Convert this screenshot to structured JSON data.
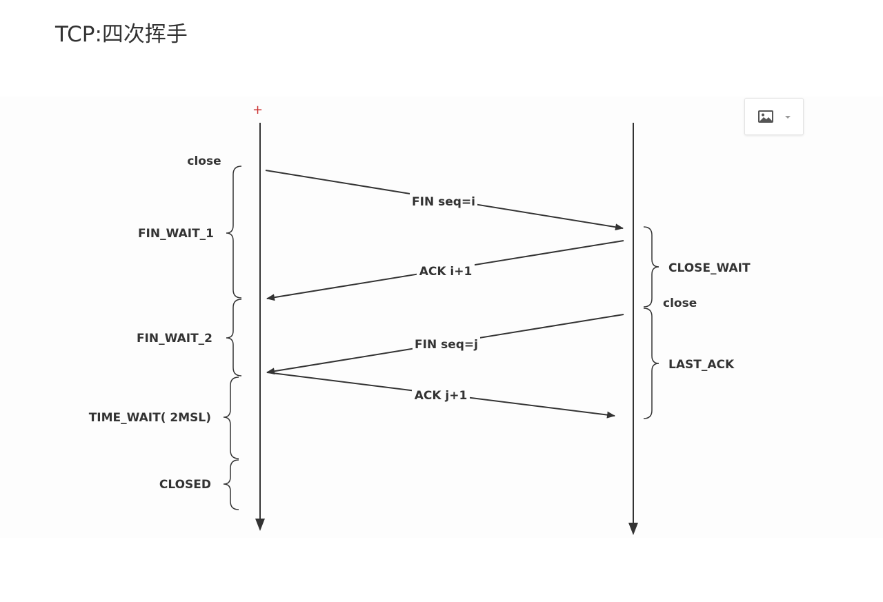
{
  "title": "TCP:四次挥手",
  "client": {
    "close_label": "close",
    "states": [
      "FIN_WAIT_1",
      "FIN_WAIT_2",
      "TIME_WAIT( 2MSL)",
      "CLOSED"
    ]
  },
  "server": {
    "close_label": "close",
    "states": [
      "CLOSE_WAIT",
      "LAST_ACK"
    ]
  },
  "messages": [
    {
      "label": "FIN seq=i",
      "direction": "client-to-server"
    },
    {
      "label": "ACK i+1",
      "direction": "server-to-client"
    },
    {
      "label": "FIN seq=j",
      "direction": "server-to-client"
    },
    {
      "label": "ACK j+1",
      "direction": "client-to-server"
    }
  ],
  "toolbar": {
    "image_button_icon": "image-icon",
    "dropdown_icon": "caret-down-icon"
  },
  "colors": {
    "line": "#333333",
    "plus_marker": "#cc3333",
    "title": "#333333"
  }
}
